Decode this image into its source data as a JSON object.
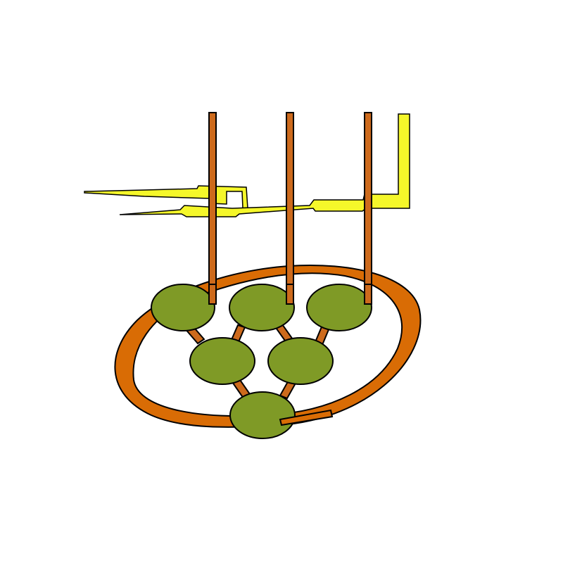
{
  "diagram": {
    "text": [],
    "nodes": [
      {
        "id": "top-left",
        "row": "top"
      },
      {
        "id": "top-center",
        "row": "top"
      },
      {
        "id": "top-right",
        "row": "top"
      },
      {
        "id": "middle-left",
        "row": "middle"
      },
      {
        "id": "middle-right",
        "row": "middle"
      },
      {
        "id": "bottom",
        "row": "bottom"
      }
    ],
    "edges": [
      {
        "from": "top-left",
        "to": "middle-left"
      },
      {
        "from": "top-center",
        "to": "middle-left"
      },
      {
        "from": "top-center",
        "to": "middle-right"
      },
      {
        "from": "top-right",
        "to": "middle-right"
      },
      {
        "from": "middle-left",
        "to": "bottom"
      },
      {
        "from": "middle-right",
        "to": "bottom"
      }
    ],
    "rods": [
      "top-left",
      "top-center",
      "top-right"
    ],
    "colors": {
      "node": "#7f9a26",
      "rod": "#cd6a1c",
      "ring": "#d96c05",
      "bolt": "#f5f72a",
      "outline": "#000000",
      "background": "#ffffff"
    }
  }
}
